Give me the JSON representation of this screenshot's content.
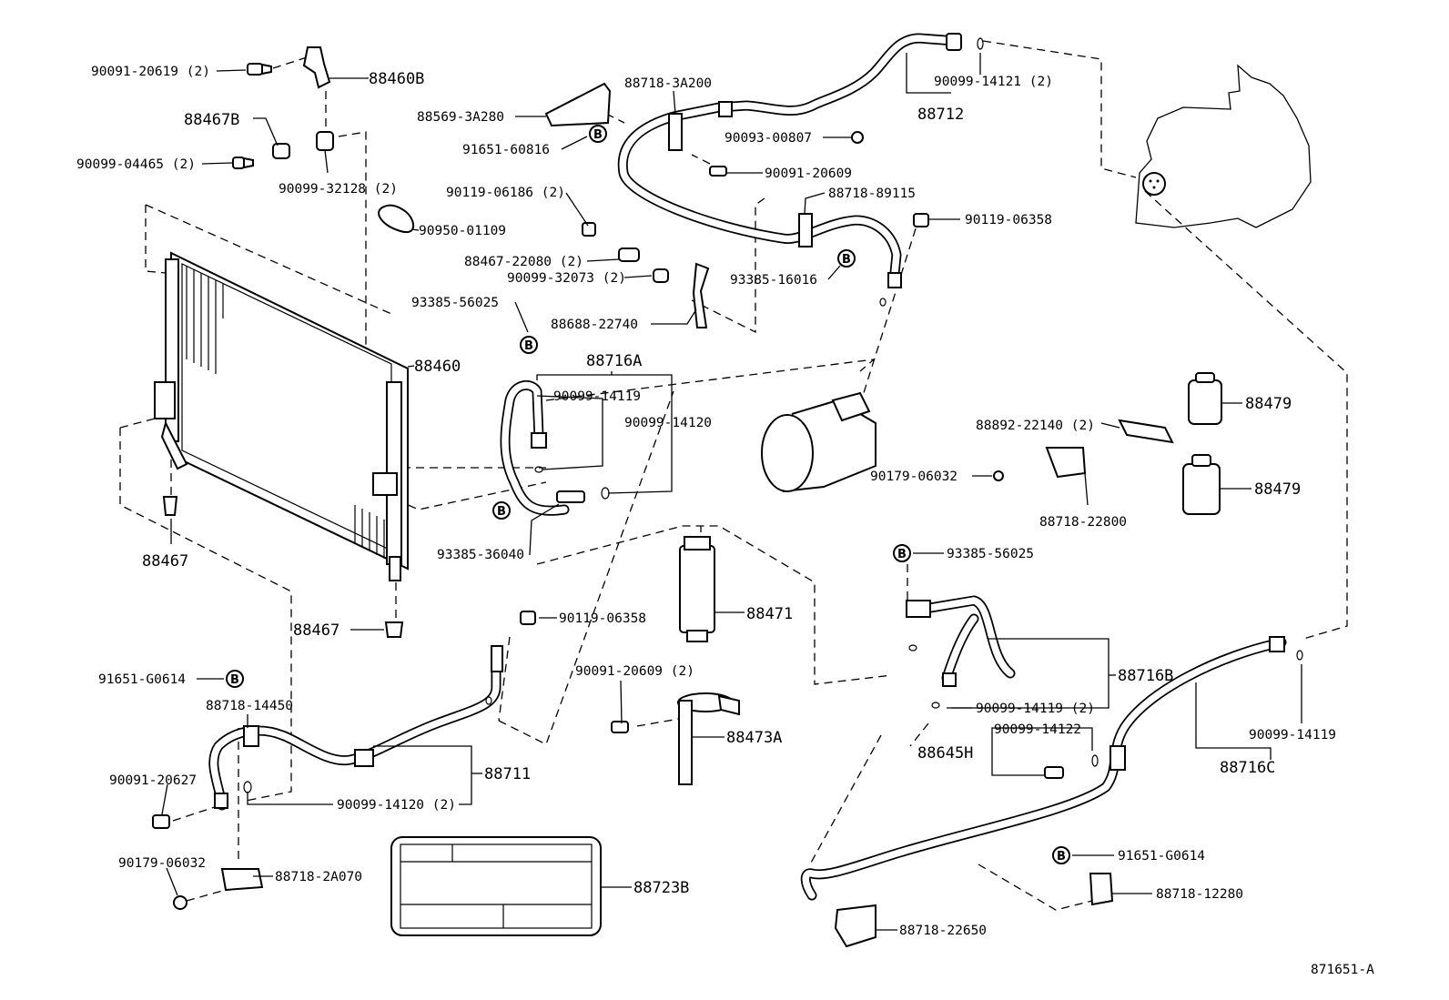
{
  "diagram_id": "871651-A",
  "callouts": {
    "c01": "90091-20619 (2)",
    "c02": "88460B",
    "c03": "88467B",
    "c04": "90099-04465 (2)",
    "c05": "90099-32128 (2)",
    "c06": "90950-01109",
    "c07": "88460",
    "c08": "88467",
    "c09": "88467",
    "c10": "88569-3A280",
    "c11": "91651-60816",
    "c12": "88718-3A200",
    "c13": "90093-00807",
    "c14": "90091-20609",
    "c15": "88718-89115",
    "c16": "90119-06186 (2)",
    "c17": "88467-22080 (2)",
    "c18": "90099-32073 (2)",
    "c19": "93385-16016",
    "c20": "90119-06358",
    "c21": "90099-14121 (2)",
    "c22": "88712",
    "c23": "93385-56025",
    "c24": "88688-22740",
    "c25": "88716A",
    "c26": "90099-14119",
    "c27": "90099-14120",
    "c28": "93385-36040",
    "c29": "88479",
    "c30": "88479",
    "c31": "88892-22140 (2)",
    "c32": "90179-06032",
    "c33": "88718-22800",
    "c34": "93385-56025",
    "c35": "88471",
    "c36": "90119-06358",
    "c37": "90091-20609 (2)",
    "c38": "88473A",
    "c39": "88716B",
    "c40": "90099-14119 (2)",
    "c41": "90099-14122",
    "c42": "88645H",
    "c43": "90099-14119",
    "c44": "88716C",
    "c45": "91651-G0614",
    "c46": "88718-14450",
    "c47": "90091-20627",
    "c48": "90099-14120 (2)",
    "c49": "88711",
    "c50": "90179-06032",
    "c51": "88718-2A070",
    "c52": "88723B",
    "c53": "91651-G0614",
    "c54": "88718-12280",
    "c55": "88718-22650"
  },
  "bolt_marker": "B"
}
